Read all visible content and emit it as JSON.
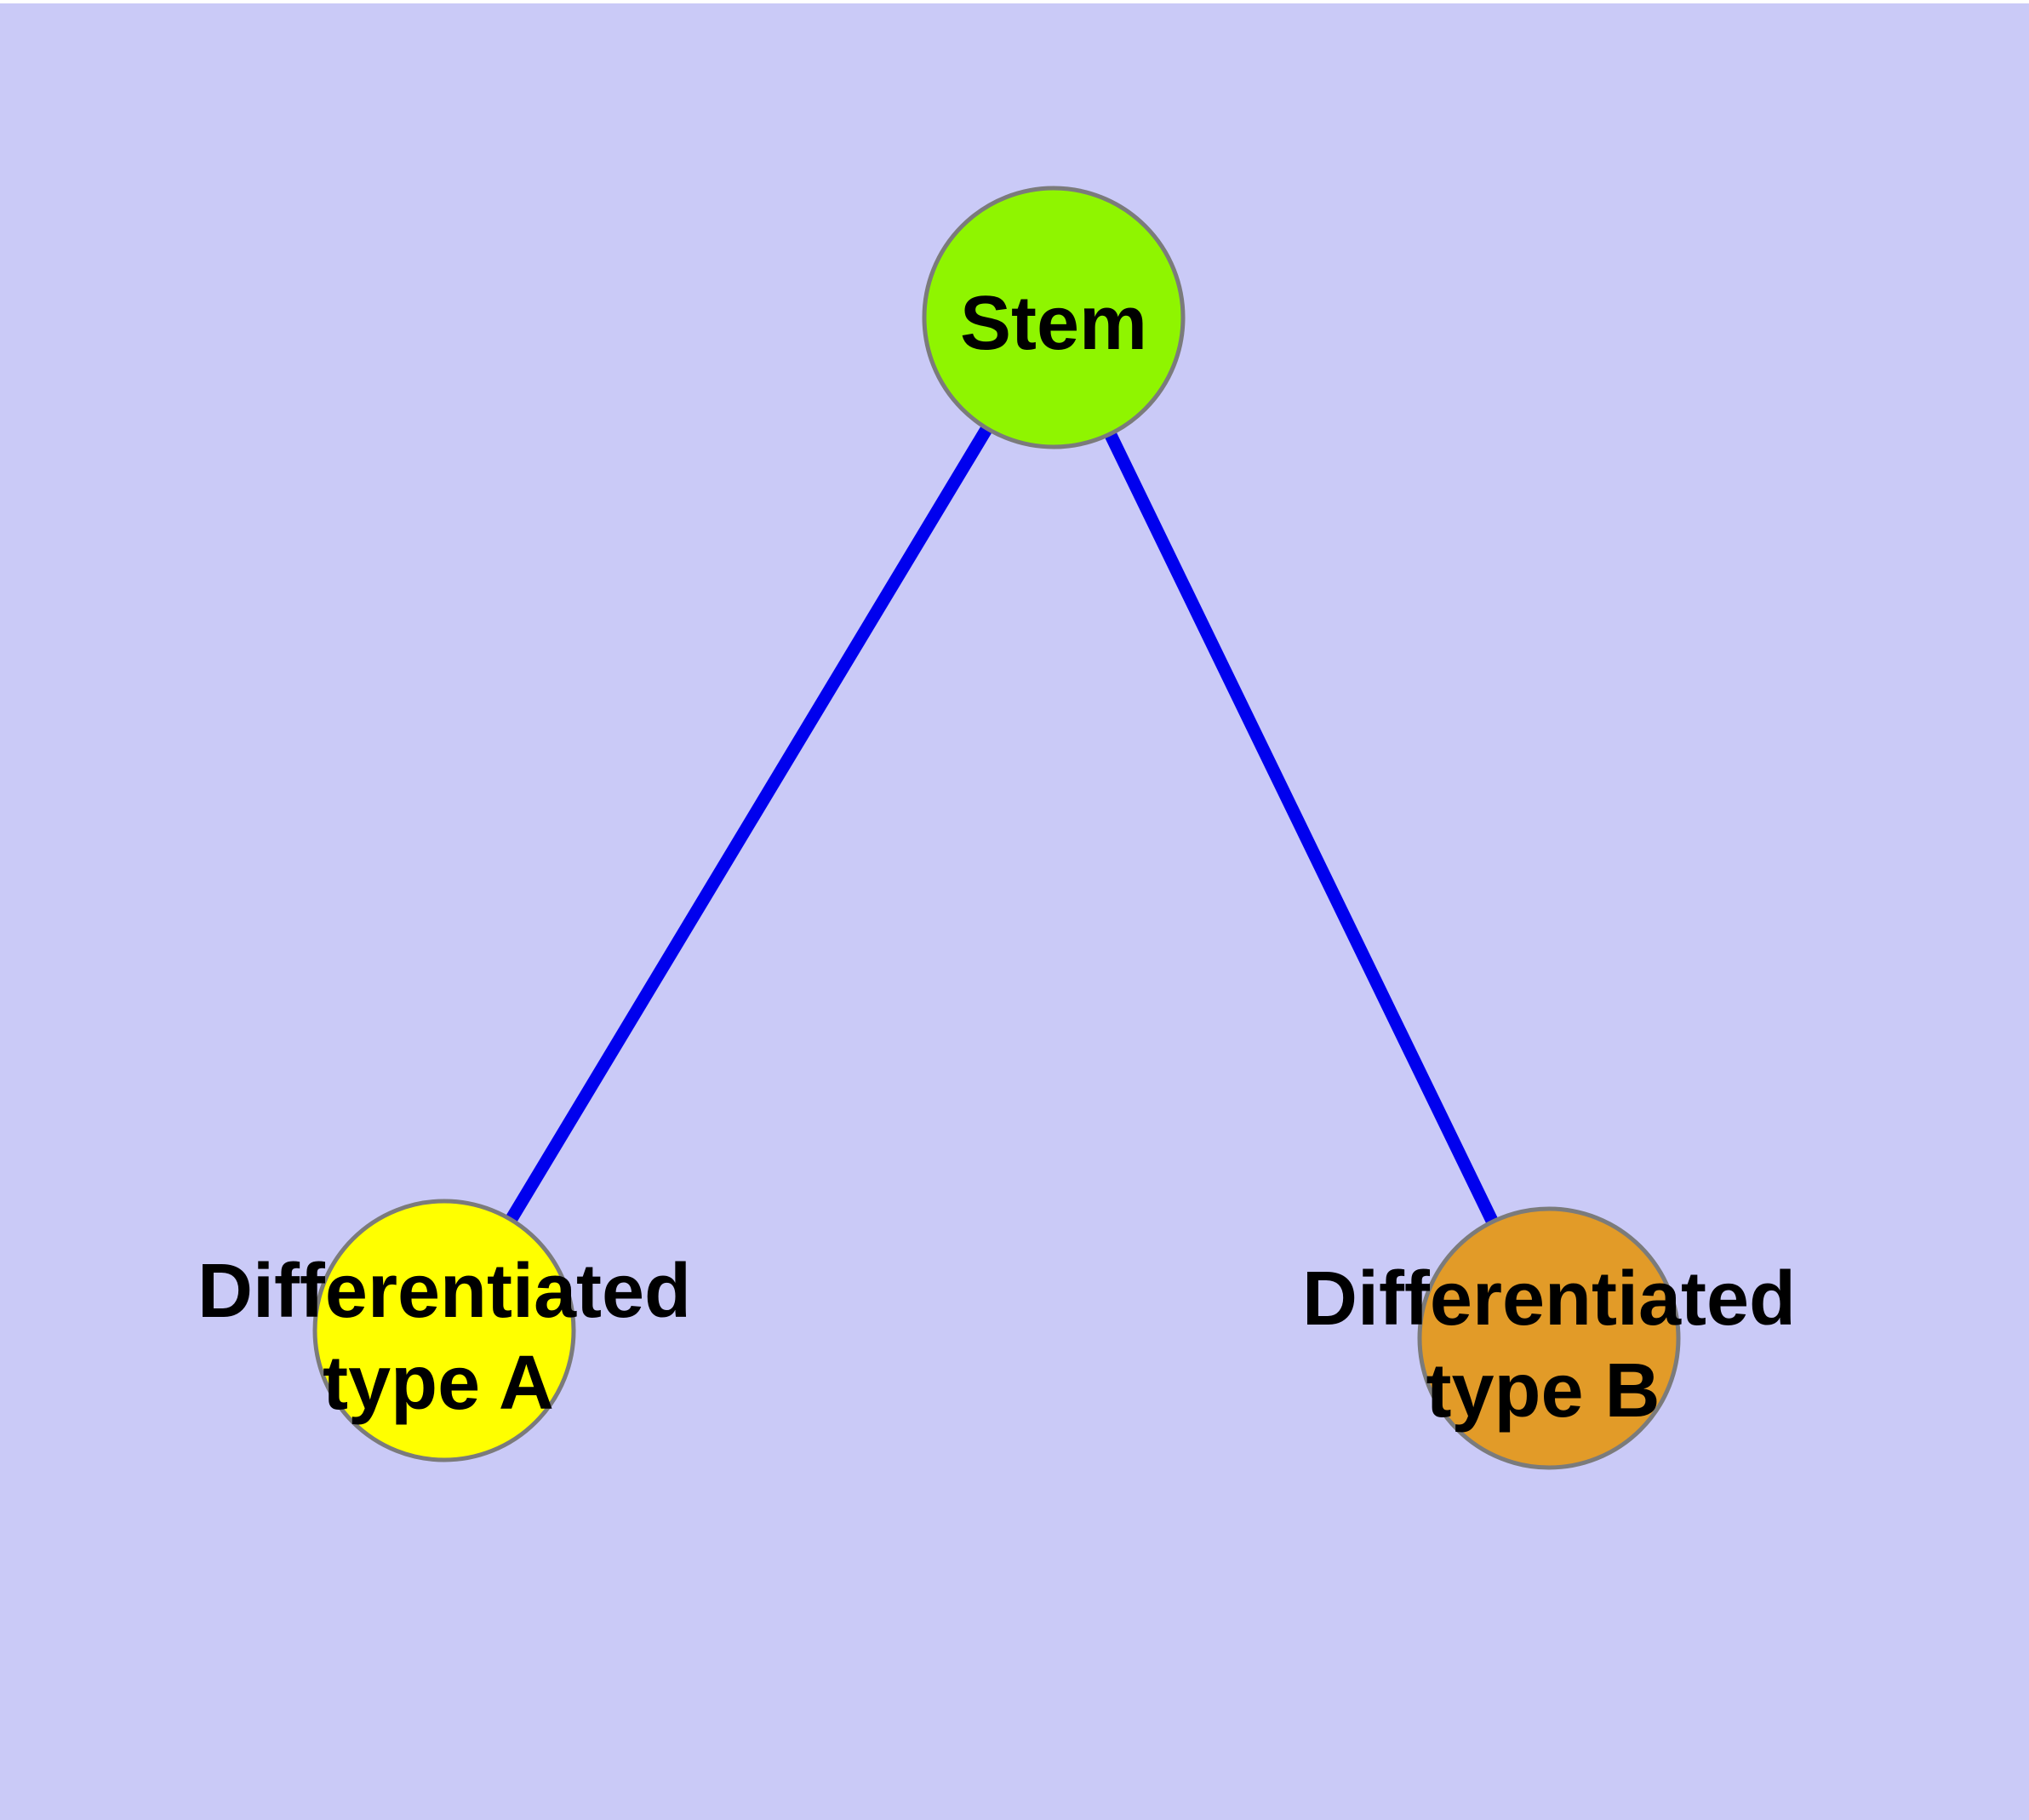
{
  "diagram": {
    "type": "node-link-graph",
    "description": "Stem cell differentiation diagram with one parent node and two differentiated child nodes"
  },
  "colors": {
    "background": "#CACAF7",
    "top_margin": "#FFFFFF",
    "edge": "#0000EE",
    "node_border": "#7B7B7B",
    "label_text": "#000000",
    "stem_node": "#8FF500",
    "type_a_node": "#FFFF00",
    "type_b_node": "#E29B28"
  },
  "nodes": [
    {
      "id": "stem",
      "label": "Stem",
      "color": "#8FF500"
    },
    {
      "id": "differentiated-type-a",
      "label_line1": "Differentiated",
      "label_line2": "type A",
      "color": "#FFFF00"
    },
    {
      "id": "differentiated-type-b",
      "label_line1": "Differentiated",
      "label_line2": "type B",
      "color": "#E29B28"
    }
  ],
  "edges": [
    {
      "from": "stem",
      "to": "differentiated-type-a"
    },
    {
      "from": "stem",
      "to": "differentiated-type-b"
    }
  ]
}
